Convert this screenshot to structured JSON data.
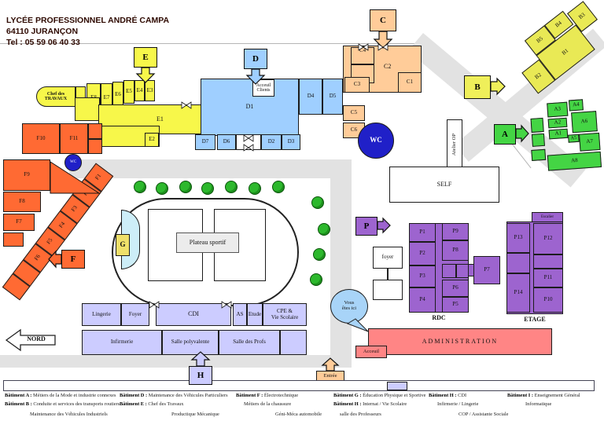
{
  "header": {
    "line1": "LYCÉE PROFESSIONNEL ANDRÉ CAMPA",
    "line2": "64110 JURANÇON",
    "line3": "Tel : 05 59 06 40 33"
  },
  "colors": {
    "yellow_e": "#f7f74a",
    "yellow_b": "#e9e955",
    "blue_d": "#9fcfff",
    "peach_c": "#ffcc99",
    "green_a": "#44d544",
    "orange_f": "#ff6a33",
    "purple_p": "#9d64cf",
    "pink_admin": "#ff8585",
    "lavender_h": "#ccccff",
    "wc_blue": "#2020c8",
    "bubble_blue": "#a8d4f8",
    "road_gray": "#e2e2e2",
    "tree_green": "#2db82d"
  },
  "markers": {
    "a": "A",
    "b": "B",
    "c": "C",
    "d": "D",
    "e": "E",
    "f": "F",
    "g": "G",
    "h": "H",
    "p": "P",
    "nord": "NORD",
    "entree": "Entrée",
    "vous_l1": "Vous",
    "vous_l2": "êtes ici"
  },
  "rooms": {
    "e1": "E1",
    "e2": "E2",
    "e3": "E3",
    "e4": "E4",
    "e5": "E5",
    "e6": "E6",
    "e7": "E7",
    "e8": "E8",
    "chef_l1": "Chef des",
    "chef_l2": "TRAVAUX",
    "d1": "D1",
    "d2": "D2",
    "d3": "D3",
    "d4": "D4",
    "d5": "D5",
    "d6": "D6",
    "d7": "D7",
    "acc_l1": "Acceuil",
    "acc_l2": "Clients",
    "c1": "C1",
    "c2": "C2",
    "c3": "C3",
    "c4": "C4",
    "c5": "C5",
    "c6": "C6",
    "b1": "B1",
    "b2": "B2",
    "b3": "B3",
    "b4": "B4",
    "b5": "B5",
    "a1": "A1",
    "a2": "A2",
    "a3": "A3",
    "a4": "A4",
    "a5": "A5",
    "a6": "A6",
    "a7": "A7",
    "a8": "A8",
    "f1": "F1",
    "f2": "F2",
    "f3": "F3",
    "f4": "F4",
    "f5": "F5",
    "f6": "F6",
    "f7": "F7",
    "f8": "F8",
    "f9": "F9",
    "f10": "F10",
    "f11": "F11",
    "p1": "P1",
    "p2": "P2",
    "p3": "P3",
    "p4": "P4",
    "p5": "P5",
    "p6": "P6",
    "p7": "P7",
    "p8": "P8",
    "p9": "P9",
    "p10": "P10",
    "p11": "P11",
    "p12": "P12",
    "p13": "P13",
    "p14": "P14",
    "wc": "WC",
    "wc2": "WC",
    "atelier": "Atelier OP",
    "self": "SELF",
    "foyer_small": "foyer",
    "plateau": "Plateau sportif",
    "escalier": "Escalier",
    "rdc": "RDC",
    "etage": "ETAGE",
    "lingerie": "Lingerie",
    "foyer": "Foyer",
    "cdi": "CDI",
    "as_room": "AS",
    "etude": "Etude",
    "cpe_l1": "CPE &",
    "cpe_l2": "Vie Scolaire",
    "infirmerie": "Infirmerie",
    "salle_poly": "Salle polyvalente",
    "salle_profs": "Salle des Profs",
    "administration": "ADMINISTRATION",
    "accueil": "Acceuil"
  },
  "legend": {
    "cols": [
      {
        "r1b": "Bâtiment A :",
        "r1": "Métiers de la Mode et industrie connexes",
        "r2b": "Bâtiment B :",
        "r2": "Conduite et services des transports routiers",
        "r3": "Maintenance des Véhicules Industriels"
      },
      {
        "r1b": "Bâtiment D :",
        "r1": "Maintenance des Véhicules Particuliers",
        "r2b": "Bâtiment E :",
        "r2": "Chef des Travaux",
        "r3": "Productique Mécanique"
      },
      {
        "r1b": "Bâtiment F :",
        "r1": "Électrotechnique",
        "r2b": "",
        "r2": "Métiers de la chaussure",
        "r3": "Géni-Méca automobile"
      },
      {
        "r1b": "Bâtiment G :",
        "r1": "Éducation Physique et Sportive",
        "r2b": "Bâtiment H :",
        "r2": "Internat / Vie Scolaire",
        "r3": "salle des Professeurs"
      },
      {
        "r1b": "Bâtiment H :",
        "r1": "CDI",
        "r2b": "",
        "r2": "Infirmerie / Lingerie",
        "r3": "COP / Assistante Sociale"
      },
      {
        "r1b": "Bâtiment I :",
        "r1": "Enseignement Général",
        "r2b": "",
        "r2": "Informatique",
        "r3": ""
      }
    ]
  }
}
